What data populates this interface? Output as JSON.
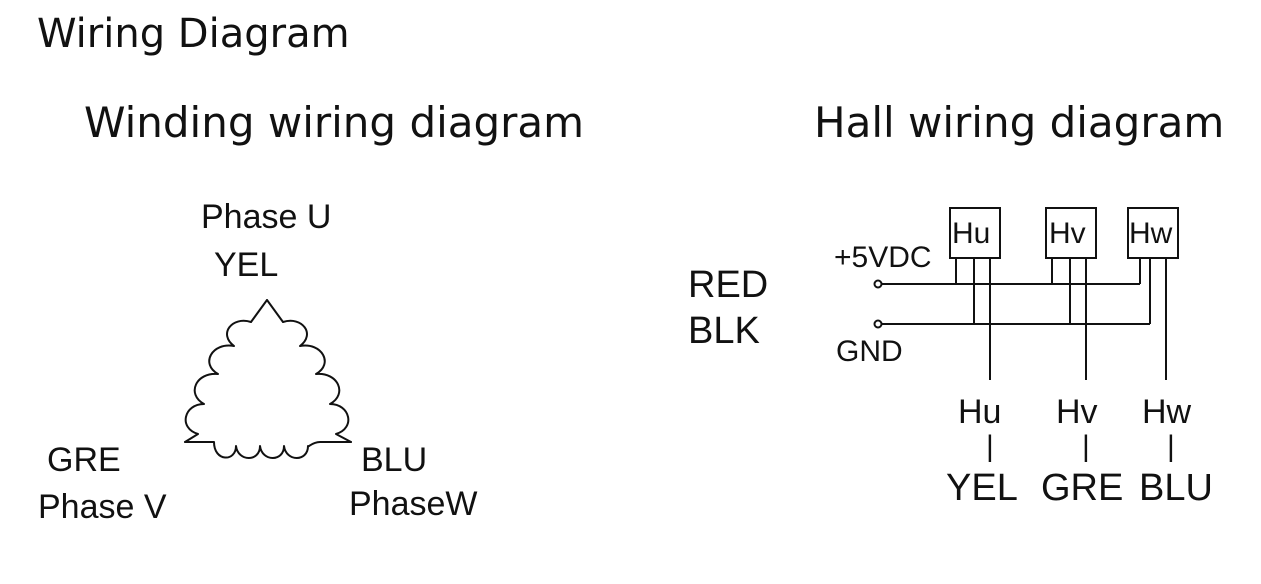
{
  "title": "Wiring Diagram",
  "winding": {
    "heading": "Winding wiring diagram",
    "phase_u": "Phase U",
    "yel": "YEL",
    "gre": "GRE",
    "phase_v": "Phase V",
    "blu": "BLU",
    "phase_w": "PhaseW"
  },
  "hall": {
    "heading": "Hall wiring diagram",
    "red": "RED",
    "blk": "BLK",
    "vdc": "+5VDC",
    "gnd": "GND",
    "sensors": [
      "Hu",
      "Hv",
      "Hw"
    ],
    "outputs": [
      "Hu",
      "Hv",
      "Hw"
    ],
    "sep": "|",
    "colors": [
      "YEL",
      "GRE",
      "BLU"
    ]
  }
}
